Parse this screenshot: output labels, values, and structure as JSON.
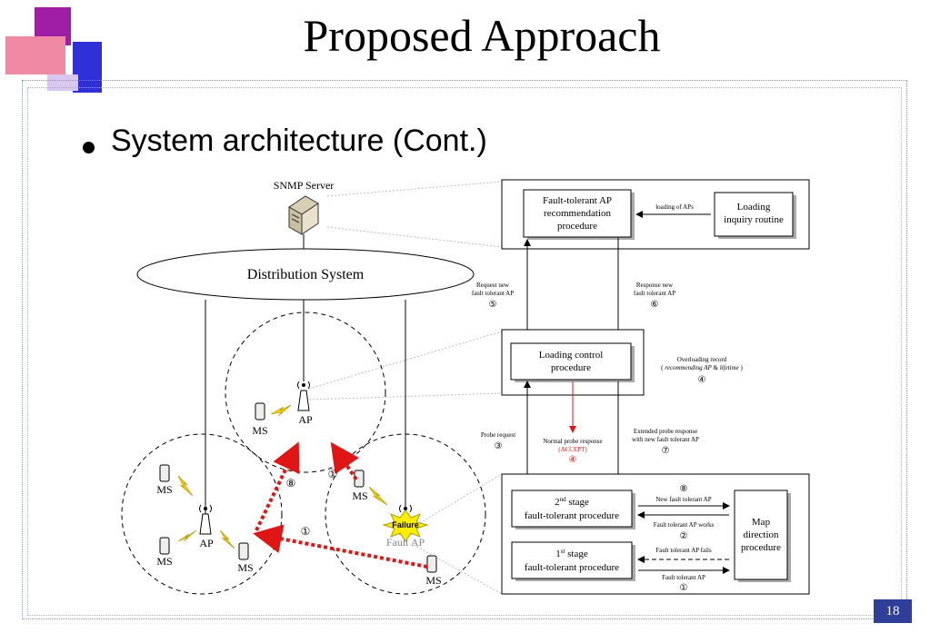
{
  "title": "Proposed Approach",
  "bullet": "System architecture (Cont.)",
  "page_number": "18",
  "colors": {
    "deco_pink": "#f08aa4",
    "deco_magenta": "#a01ea6",
    "deco_blue": "#2f30d8",
    "page_badge": "#2f3f99",
    "failure_star": "#ffee00",
    "red_path": "#e01616",
    "accept_red": "#e01616"
  },
  "diagram": {
    "snmp_server": "SNMP Server",
    "distribution_system": "Distribution System",
    "ap_label": "AP",
    "ms_label": "MS",
    "failure_label": "Failure",
    "fault_ap_label": "Fault AP",
    "top_box": {
      "recommendation": [
        "Fault-tolerant AP",
        "recommendation",
        "procedure"
      ],
      "loading_inquiry": [
        "Loading",
        "inquiry routine"
      ],
      "loading_of_aps": "loading of APs"
    },
    "request_new": {
      "lines": [
        "Request new",
        "fault tolerant AP"
      ],
      "num": "⑤"
    },
    "response_new": {
      "lines": [
        "Response new",
        "fault tolerant AP"
      ],
      "num": "⑥"
    },
    "loading_control": [
      "Loading control",
      "procedure"
    ],
    "overloading_record": {
      "line1": "Overloading record",
      "line2_pre": "( ",
      "line2_a": "recommending AP",
      "line2_mid": " & ",
      "line2_b": "lifetime",
      "line2_post": " )",
      "num": "④"
    },
    "probe_request": {
      "text": "Probe request",
      "num": "③"
    },
    "normal_probe": {
      "text": "Normal probe response",
      "accept": "(ACCEPT)",
      "num": "④"
    },
    "extended_probe": {
      "lines": [
        "Extended probe response",
        "with new fault tolerant AP"
      ],
      "num": "⑦"
    },
    "bottom_box": {
      "stage2_base": "2",
      "stage2_sup": "nd",
      "stage2_rest": " stage",
      "stage2_line2": "fault-tolerant procedure",
      "stage1_base": "1",
      "stage1_sup": "st",
      "stage1_rest": " stage",
      "stage1_line2": "fault-tolerant procedure",
      "map": [
        "Map",
        "direction",
        "procedure"
      ],
      "new_fault_ap": "New fault tolerant AP",
      "new_fault_num": "⑧",
      "works": "Fault tolerant AP works",
      "works_num": "②",
      "fails": "Fault tolerant AP fails",
      "fault_ap": "Fault tolerant AP",
      "fault_ap_num": "①"
    },
    "path_num_1": "①",
    "path_num_8a": "⑧",
    "path_num_8b": "①"
  }
}
